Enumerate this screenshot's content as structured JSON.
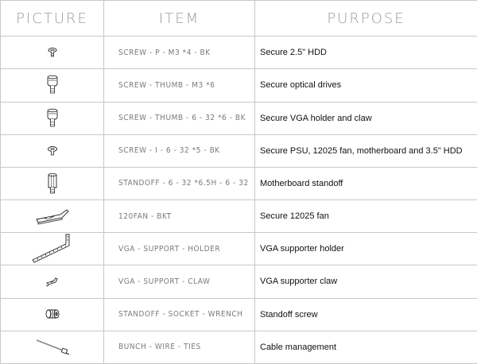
{
  "headers": {
    "picture": "PICTURE",
    "item": "ITEM",
    "purpose": "PURPOSE"
  },
  "rows": [
    {
      "item": "SCREW - P - M3 *4 - BK",
      "purpose": "Secure 2.5\" HDD",
      "icon": "pan-head-screw-small-icon"
    },
    {
      "item": "SCREW - THUMB - M3 *6",
      "purpose": "Secure optical drives",
      "icon": "thumb-screw-icon"
    },
    {
      "item": "SCREW - THUMB - 6 - 32 *6 - BK",
      "purpose": "Secure VGA holder and claw",
      "icon": "thumb-screw-icon"
    },
    {
      "item": "SCREW - I - 6 - 32 *5 - BK",
      "purpose": "Secure PSU, 12025 fan, motherboard and 3.5\" HDD",
      "icon": "pan-head-screw-icon"
    },
    {
      "item": "STANDOFF - 6 - 32 *6.5H - 6 - 32",
      "purpose": "Motherboard standoff",
      "icon": "standoff-icon"
    },
    {
      "item": "120FAN - BKT",
      "purpose": "Secure 12025 fan",
      "icon": "fan-bracket-icon"
    },
    {
      "item": "VGA - SUPPORT - HOLDER",
      "purpose": "VGA supporter holder",
      "icon": "vga-support-holder-icon"
    },
    {
      "item": "VGA - SUPPORT - CLAW",
      "purpose": "VGA supporter claw",
      "icon": "vga-support-claw-icon"
    },
    {
      "item": "STANDOFF - SOCKET - WRENCH",
      "purpose": "Standoff screw",
      "icon": "socket-wrench-icon"
    },
    {
      "item": "BUNCH - WIRE - TIES",
      "purpose": "Cable management",
      "icon": "cable-tie-icon"
    }
  ]
}
